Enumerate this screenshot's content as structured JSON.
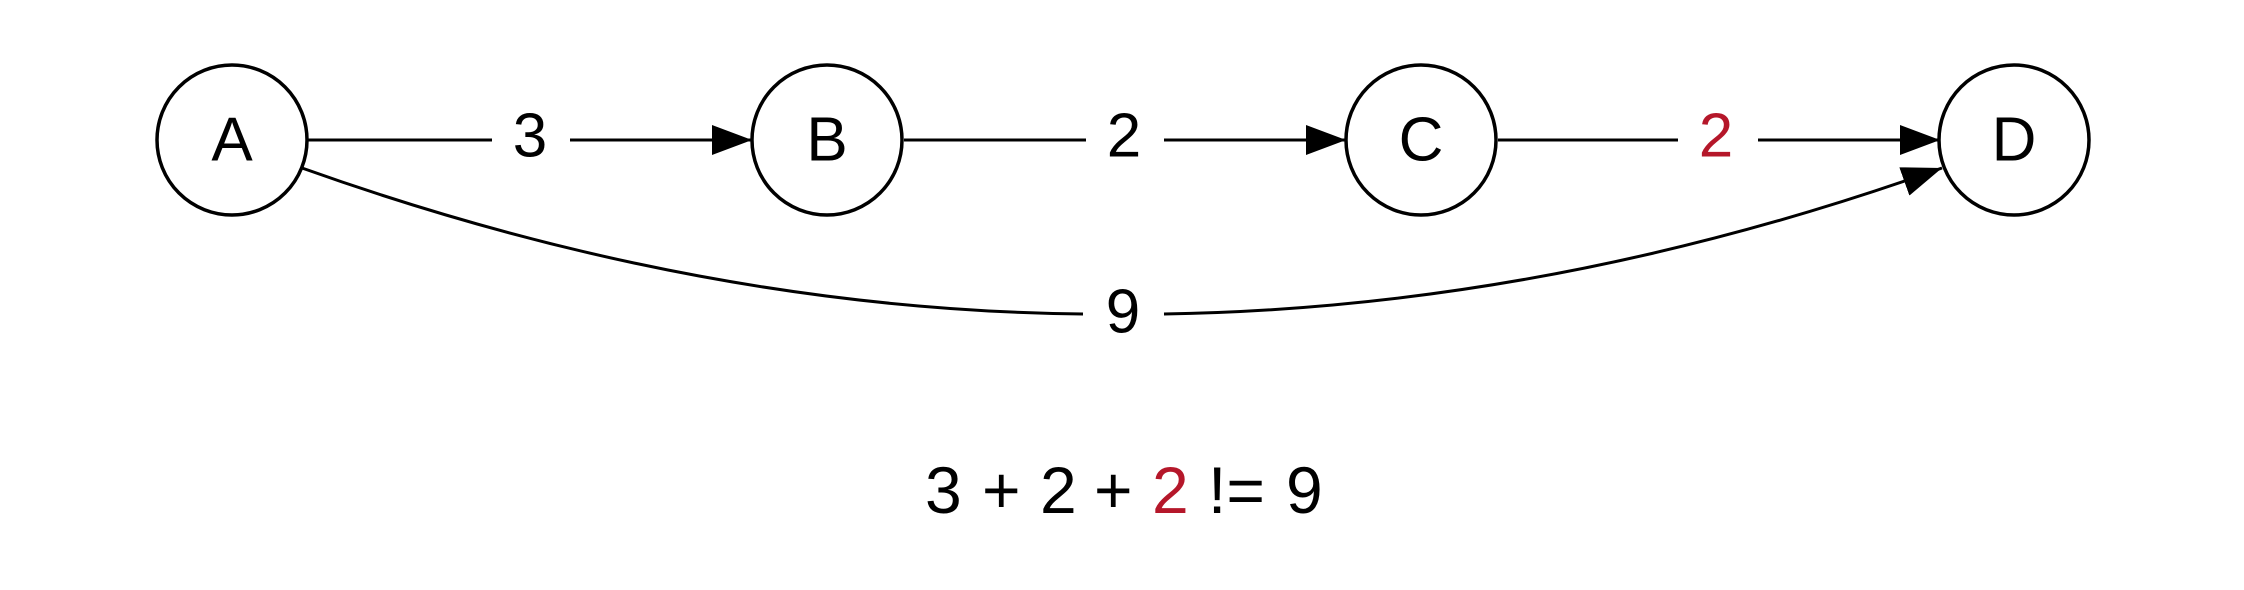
{
  "colors": {
    "ink": "#000000",
    "highlight": "#b5172a",
    "background": "#ffffff"
  },
  "nodes": [
    {
      "id": "A",
      "label": "A"
    },
    {
      "id": "B",
      "label": "B"
    },
    {
      "id": "C",
      "label": "C"
    },
    {
      "id": "D",
      "label": "D"
    }
  ],
  "edges": [
    {
      "from": "A",
      "to": "B",
      "weight": "3",
      "highlight": false
    },
    {
      "from": "B",
      "to": "C",
      "weight": "2",
      "highlight": false
    },
    {
      "from": "C",
      "to": "D",
      "weight": "2",
      "highlight": true
    },
    {
      "from": "A",
      "to": "D",
      "weight": "9",
      "highlight": false
    }
  ],
  "equation": [
    {
      "text": "3",
      "highlight": false
    },
    {
      "text": "+",
      "highlight": false
    },
    {
      "text": "2",
      "highlight": false
    },
    {
      "text": "+",
      "highlight": false
    },
    {
      "text": "2",
      "highlight": true
    },
    {
      "text": "!=",
      "highlight": false
    },
    {
      "text": "9",
      "highlight": false
    }
  ]
}
